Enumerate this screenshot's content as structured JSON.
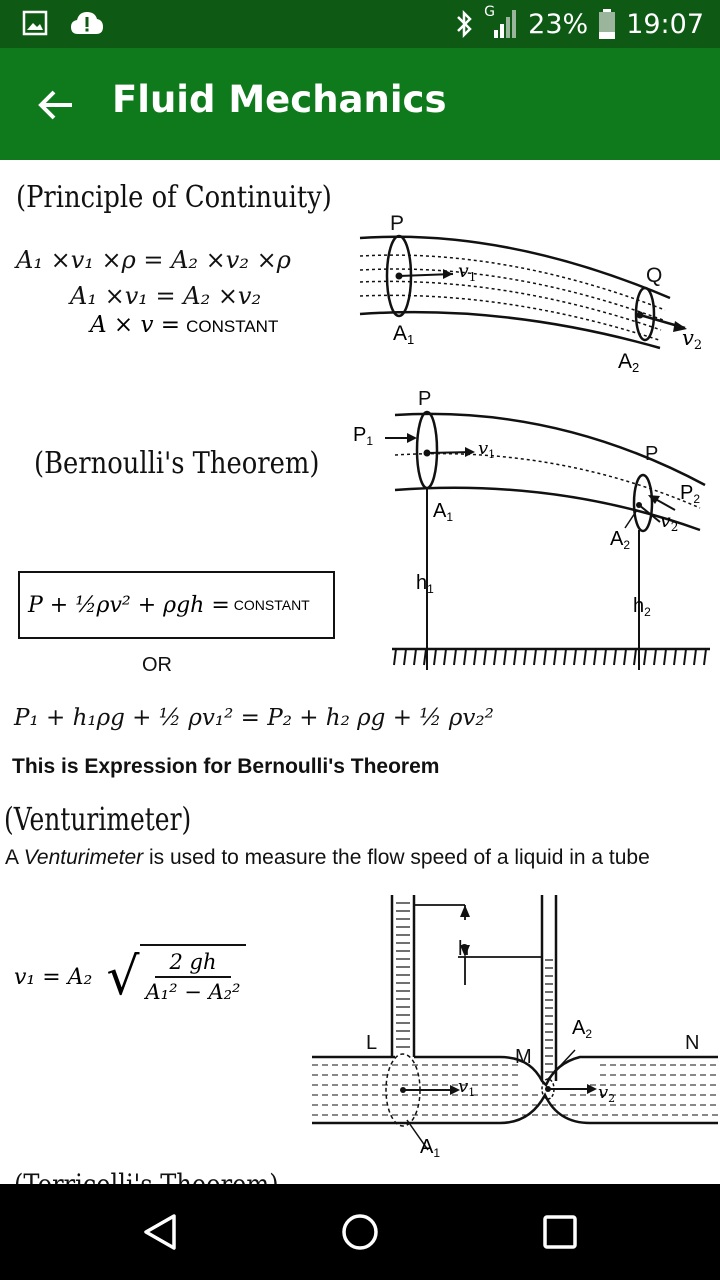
{
  "status": {
    "signal_label": "G",
    "battery": "23%",
    "time": "19:07"
  },
  "appbar": {
    "title": "Fluid Mechanics"
  },
  "content": {
    "continuity": {
      "heading": "(Principle of Continuity)",
      "eq1": "A₁ ×v₁ ×ρ = A₂ ×v₂ ×ρ",
      "eq2": "A₁ ×v₁ = A₂ ×v₂",
      "eq3_lhs": "A × v =",
      "eq3_rhs": "CONSTANT",
      "fig": {
        "p": "P",
        "q": "Q",
        "a1": "A",
        "a1_sub": "1",
        "a2": "A",
        "a2_sub": "2",
        "v1": "v",
        "v1_sub": "1",
        "v2": "v",
        "v2_sub": "2"
      }
    },
    "bernoulli": {
      "heading": "(Bernoulli's Theorem)",
      "boxed_eq": "P + ½ρv² + ρgh =",
      "boxed_const": "CONSTANT",
      "or": "OR",
      "long_eq": "P₁ + h₁ρg + ½ ρv₁² = P₂ + h₂ ρg + ½ ρv₂²",
      "caption": "This is Expression for Bernoulli's Theorem",
      "fig": {
        "p_top": "P",
        "p1": "P",
        "p1_sub": "1",
        "v1": "v",
        "v1_sub": "1",
        "p_right": "P",
        "p2": "P",
        "p2_sub": "2",
        "v2": "v",
        "v2_sub": "2",
        "a1": "A",
        "a1_sub": "1",
        "a2": "A",
        "a2_sub": "2",
        "h1": "h",
        "h1_sub": "1",
        "h2": "h",
        "h2_sub": "2"
      }
    },
    "venturi": {
      "heading": "(Venturimeter)",
      "desc_pre": "A ",
      "desc_em": "Venturimeter",
      "desc_post": " is used to measure the flow speed of a liquid in a tube",
      "eq_lhs": "v₁ = A₂",
      "eq_num": "2 gh",
      "eq_den": "A₁² − A₂²",
      "fig": {
        "h": "h",
        "l": "L",
        "m": "M",
        "n": "N",
        "a2": "A",
        "a2_sub": "2",
        "a1": "A",
        "a1_sub": "1",
        "v1": "v",
        "v1_sub": "1",
        "v2": "v",
        "v2_sub": "2"
      }
    },
    "next_heading": "(Torricelli's Theorem)"
  },
  "colors": {
    "statusbar": "#0e5a14",
    "appbar": "#0f7a1c",
    "navbar": "#000000"
  }
}
